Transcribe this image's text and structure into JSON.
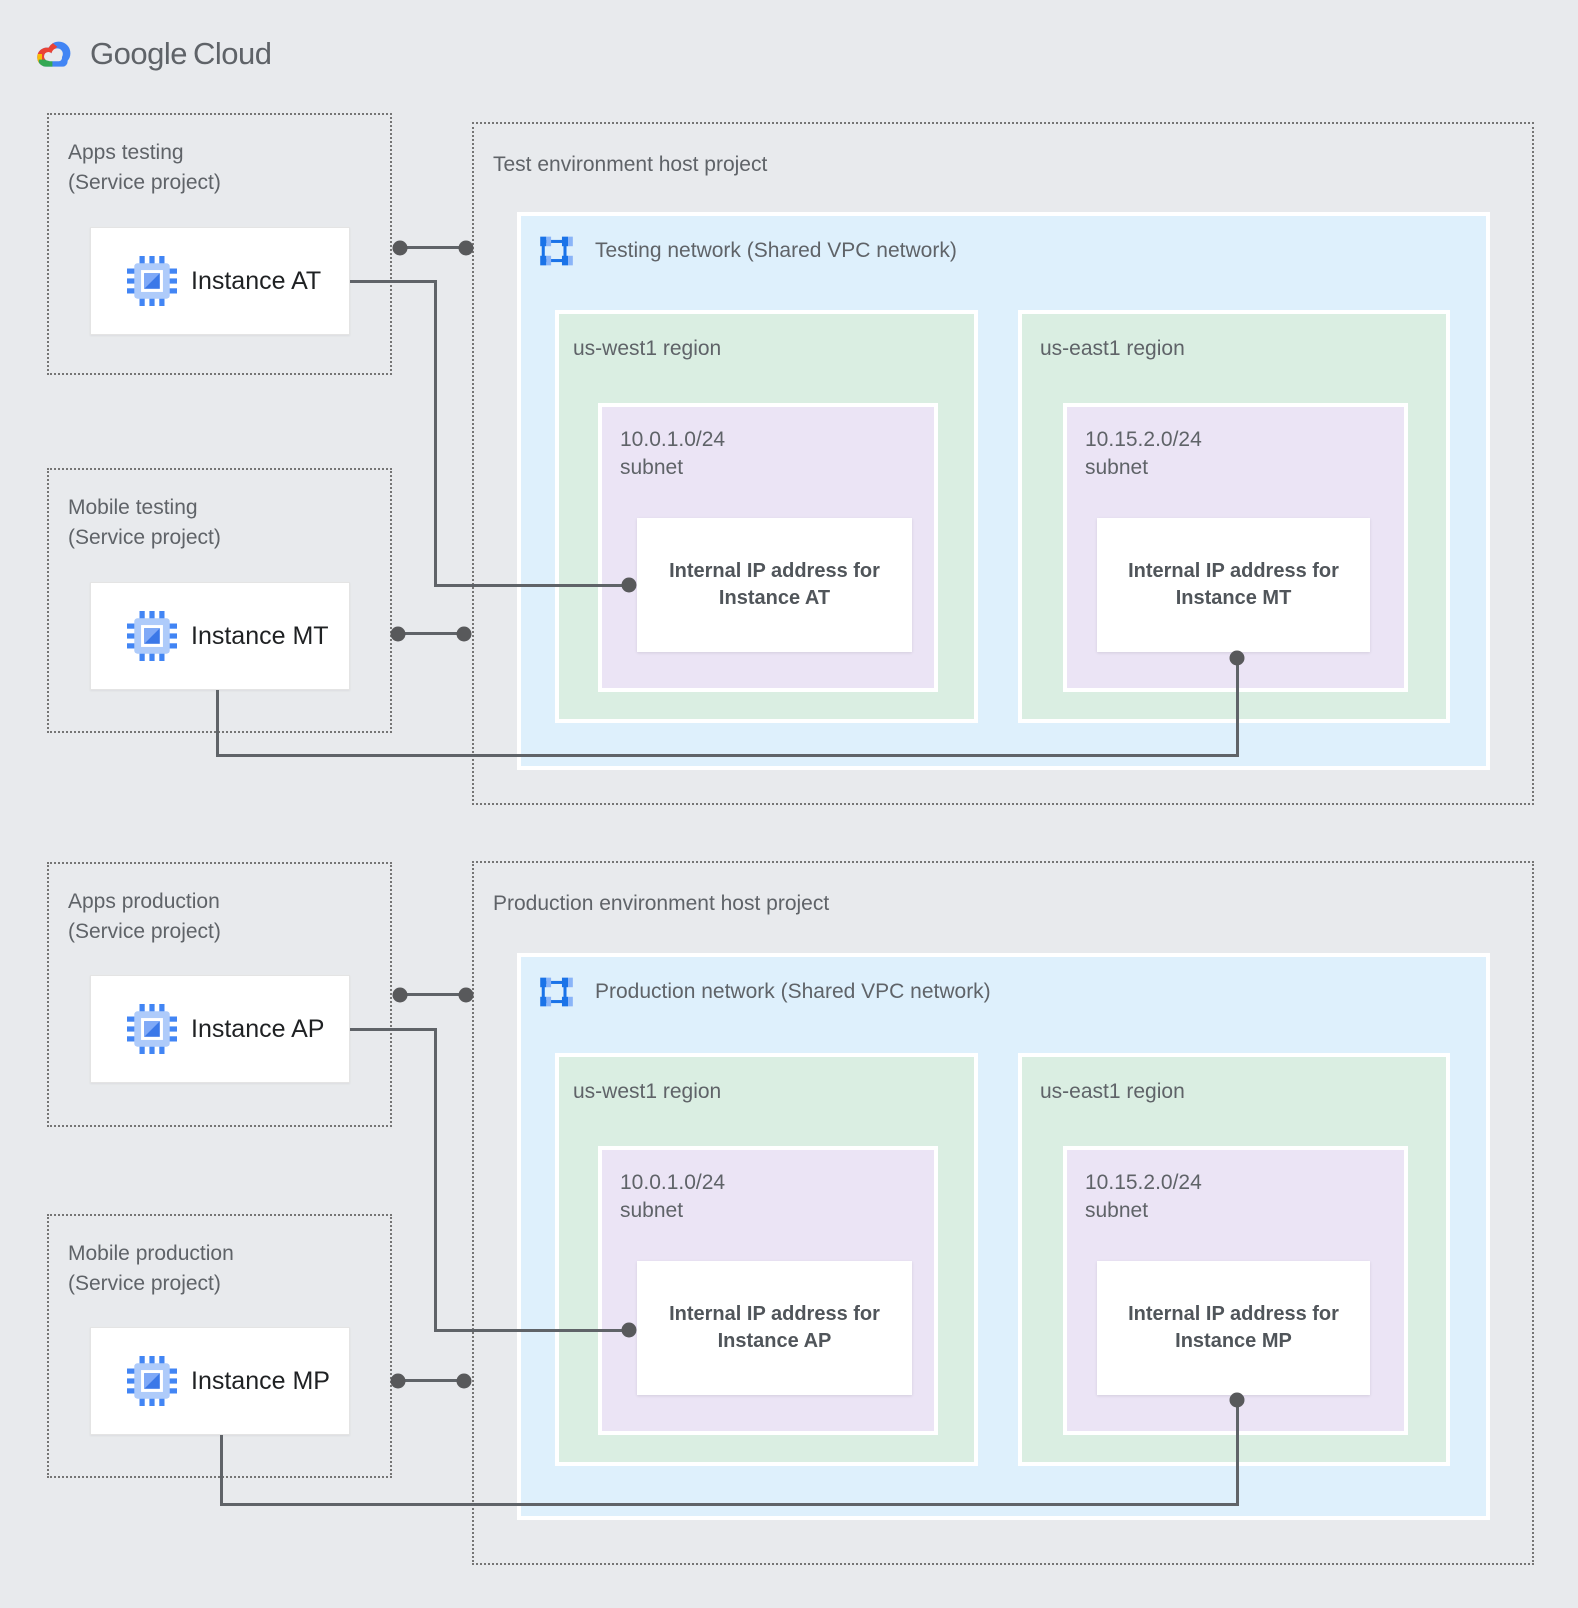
{
  "palette": {
    "background": "#e8eaed",
    "vpc_network_fill": "#def0fc",
    "region_fill": "#daeee2",
    "subnet_fill": "#ebe4f5",
    "connector_gray": "#5f6368",
    "label_gray": "#5f6368",
    "google_blue": "#4285f4",
    "google_red": "#ea4335",
    "google_yellow": "#fbbc05",
    "google_green": "#34a853"
  },
  "icons": {
    "logo": "google-cloud-logo",
    "instance": "compute-engine-icon",
    "network": "vpc-network-icon"
  },
  "logo": {
    "google": "Google",
    "cloud": "Cloud"
  },
  "sections": {
    "test": {
      "host_label": "Test environment host project",
      "network_label": "Testing network (Shared VPC network)",
      "projects": [
        {
          "line1": "Apps testing",
          "line2": "(Service project)",
          "instance": "Instance AT"
        },
        {
          "line1": "Mobile testing",
          "line2": "(Service project)",
          "instance": "Instance MT"
        }
      ],
      "regions": [
        {
          "label": "us-west1 region",
          "cidr": "10.0.1.0/24",
          "subnet_word": "subnet",
          "ip_line1": "Internal IP address for",
          "ip_line2": "Instance AT"
        },
        {
          "label": "us-east1 region",
          "cidr": "10.15.2.0/24",
          "subnet_word": "subnet",
          "ip_line1": "Internal IP address for",
          "ip_line2": "Instance MT"
        }
      ]
    },
    "prod": {
      "host_label": "Production environment host project",
      "network_label": "Production network (Shared VPC network)",
      "projects": [
        {
          "line1": "Apps production",
          "line2": "(Service project)",
          "instance": "Instance AP"
        },
        {
          "line1": "Mobile production",
          "line2": "(Service project)",
          "instance": "Instance MP"
        }
      ],
      "regions": [
        {
          "label": "us-west1 region",
          "cidr": "10.0.1.0/24",
          "subnet_word": "subnet",
          "ip_line1": "Internal IP address for",
          "ip_line2": "Instance AP"
        },
        {
          "label": "us-east1 region",
          "cidr": "10.15.2.0/24",
          "subnet_word": "subnet",
          "ip_line1": "Internal IP address for",
          "ip_line2": "Instance MP"
        }
      ]
    }
  }
}
